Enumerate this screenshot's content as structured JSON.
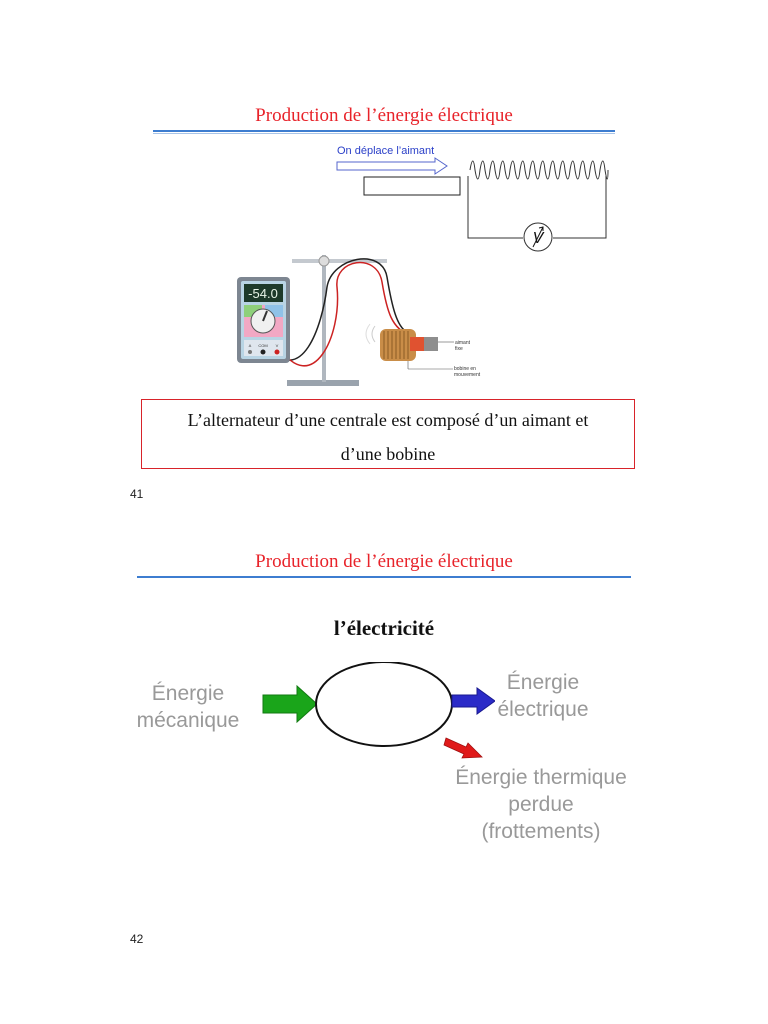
{
  "page41": {
    "title": "Production de l’énergie électrique",
    "diagram_label": "On déplace l’aimant",
    "meter_symbol": "V",
    "multimeter_reading": "-54.0",
    "multimeter_port_a": "A",
    "multimeter_port_com": "COM",
    "multimeter_port_v": "V",
    "label_aimant_fixe_1": "aimant",
    "label_aimant_fixe_2": "fixe",
    "label_bobine_1": "bobine en",
    "label_bobine_2": "mouvement",
    "caption_line1": "L’alternateur d’une centrale est composé d’un aimant et",
    "caption_line2": "d’une bobine",
    "page_number": "41"
  },
  "page42": {
    "title": "Production de l’énergie électrique",
    "center_title": "l’électricité",
    "input_label_1": "Énergie",
    "input_label_2": "mécanique",
    "output_label_1": "Énergie",
    "output_label_2": "électrique",
    "loss_label_1": "Énergie thermique",
    "loss_label_2": "perdue",
    "loss_label_3": "(frottements)",
    "page_number": "42"
  },
  "colors": {
    "title_red": "#e8232a",
    "rule_blue": "#3d7dd0",
    "arrow_green": "#1aa51a",
    "arrow_blue": "#2b2bc8",
    "arrow_red": "#e01a1a",
    "label_gray": "#999999"
  }
}
